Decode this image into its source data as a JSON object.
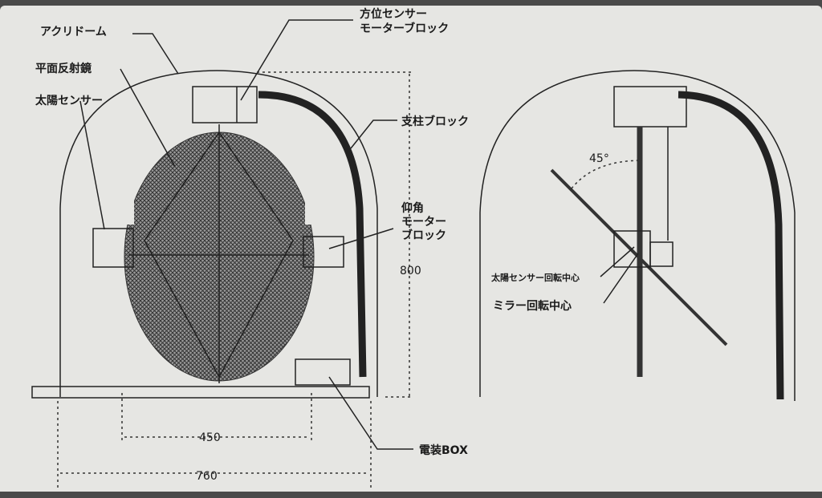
{
  "labels": {
    "acrylic_dome": "アクリドーム",
    "flat_mirror": "平面反射鏡",
    "sun_sensor": "太陽センサー",
    "azimuth_block_line1": "方位センサー",
    "azimuth_block_line2": "モーターブロック",
    "pillar_block": "支柱ブロック",
    "elevation_line1": "仰角",
    "elevation_line2": "モーター",
    "elevation_line3": "ブロック",
    "electrical_box": "電装BOX",
    "sun_sensor_center": "太陽センサー回転中心",
    "mirror_center": "ミラー回転中心"
  },
  "dimensions": {
    "height": "800",
    "mirror_width": "450",
    "base_width": "760",
    "angle": "45°"
  },
  "colors": {
    "paper": "#e6e6e3",
    "ink": "#222222",
    "frame": "#4a4a4a"
  }
}
